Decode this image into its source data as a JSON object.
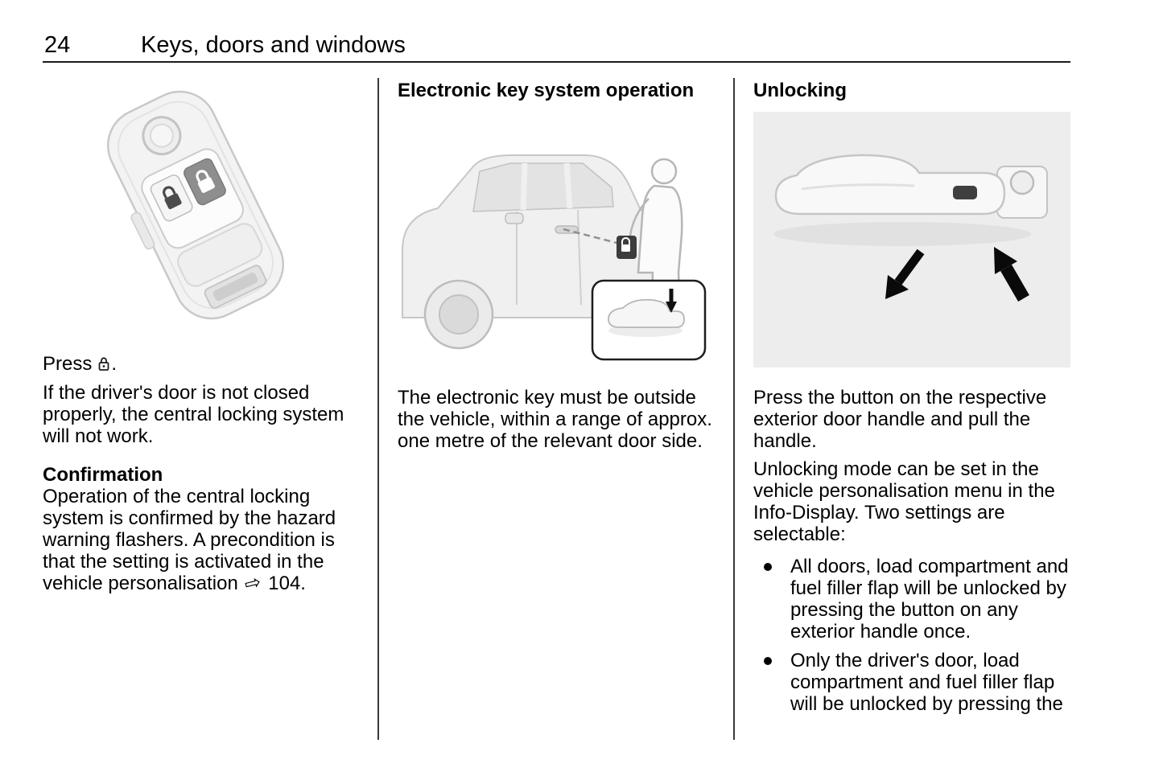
{
  "header": {
    "page_number": "24",
    "section_title": "Keys, doors and windows"
  },
  "left_column": {
    "press_label": "Press",
    "press_punctuation": ".",
    "paragraph_1": "If the driver's door is not closed properly, the central locking system will not work.",
    "confirmation": {
      "heading": "Confirmation",
      "body": "Operation of the central locking system is confirmed by the hazard warning flashers. A precondition is that the setting is activated in the vehicle personalisation",
      "reference_symbol": "⇨",
      "reference_page": "104."
    }
  },
  "middle_column": {
    "heading": "Electronic key system operation",
    "body": "The electronic key must be outside the vehicle, within a range of approx. one metre of the relevant door side."
  },
  "right_column": {
    "heading": "Unlocking",
    "paragraph_1": "Press the button on the respective exterior door handle and pull the handle.",
    "paragraph_2": "Unlocking mode can be set in the vehicle personalisation menu in the Info-Display. Two settings are selectable:",
    "bullets": [
      "All doors, load compartment and fuel filler flap will be unlocked by pressing the button on any exterior handle once.",
      "Only the driver's door, load compartment and fuel filler flap will be unlocked by pressing the"
    ]
  }
}
